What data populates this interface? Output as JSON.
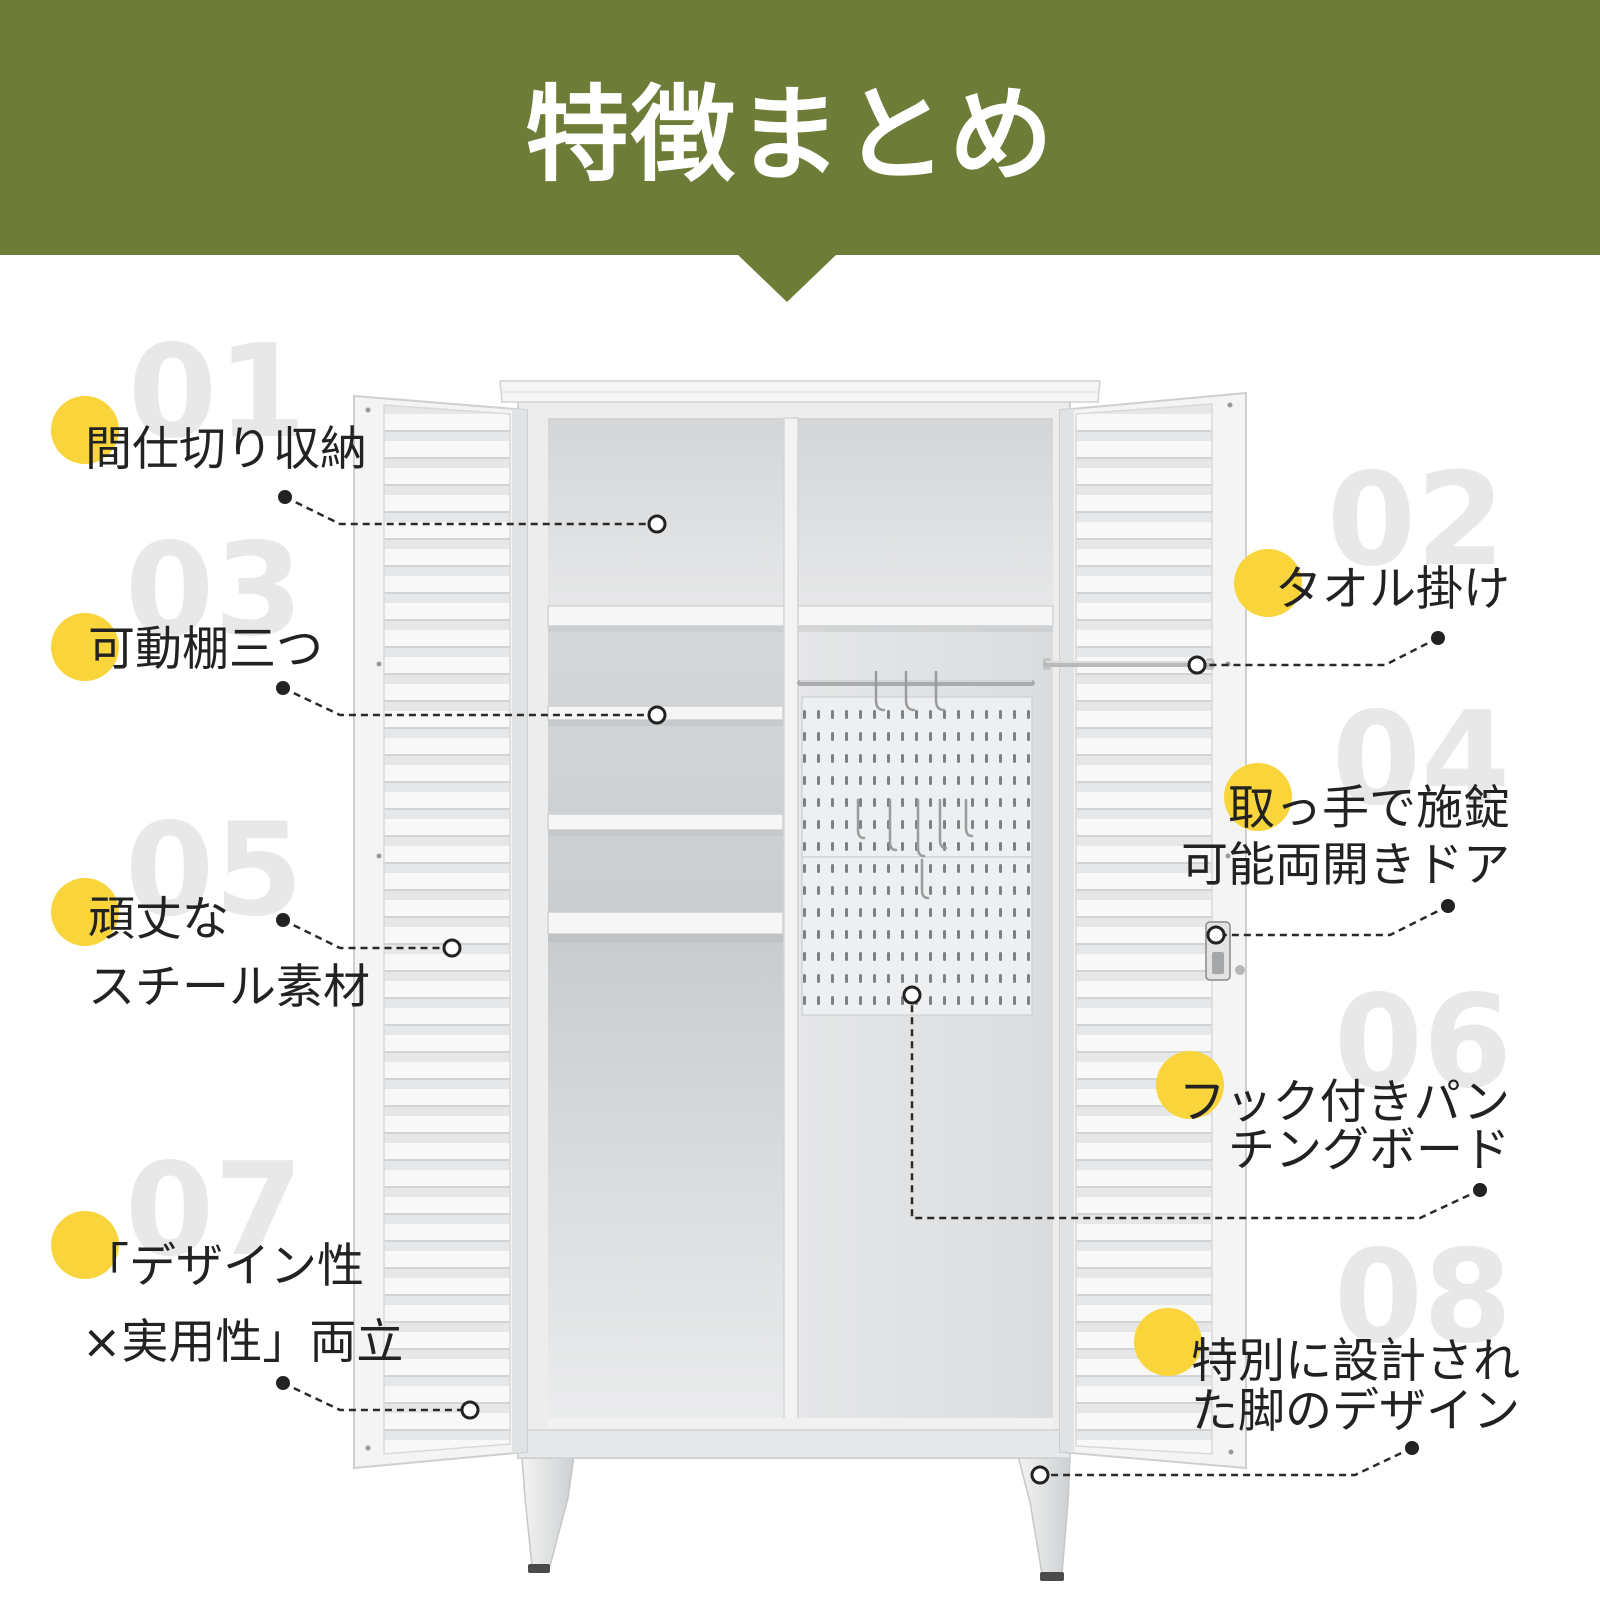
{
  "header": {
    "title": "特徴まとめ"
  },
  "colors": {
    "header_bg": "#6d7c37",
    "accent": "#f9d43b",
    "text": "#222222",
    "watermark": "#e8e8e8",
    "callout_line": "#2a2a2a"
  },
  "features": [
    {
      "number": "01",
      "lines": [
        "間仕切り収納"
      ]
    },
    {
      "number": "02",
      "lines": [
        "タオル掛け"
      ]
    },
    {
      "number": "03",
      "lines": [
        "可動棚三つ"
      ]
    },
    {
      "number": "04",
      "lines": [
        "取っ手で施錠",
        "可能両開きドア"
      ]
    },
    {
      "number": "05",
      "lines": [
        "頑丈な",
        "スチール素材"
      ]
    },
    {
      "number": "06",
      "lines": [
        "フック付きパン",
        "チングボード"
      ]
    },
    {
      "number": "07",
      "lines": [
        "「デザイン性",
        "×実用性」両立"
      ]
    },
    {
      "number": "08",
      "lines": [
        "特別に設計され",
        "た脚のデザイン"
      ]
    }
  ]
}
